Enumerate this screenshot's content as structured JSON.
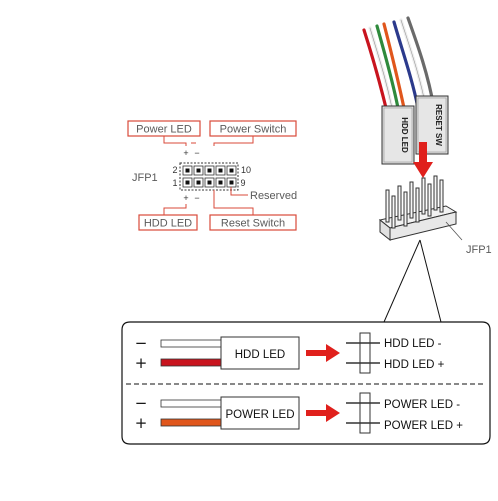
{
  "left_diagram": {
    "power_led_label": "Power LED",
    "power_switch_label": "Power Switch",
    "hdd_led_label": "HDD LED",
    "reset_switch_label": "Reset Switch",
    "reserved_label": "Reserved",
    "jfp1_label": "JFP1",
    "pin_numbers": {
      "top_left": "2",
      "bottom_left": "1",
      "top_right": "10",
      "bottom_right": "9"
    },
    "plus_sign": "+",
    "minus_sign": "−"
  },
  "right_illustration": {
    "connector_labels": [
      "HDD LED",
      "RESET SW"
    ],
    "jfp1_label": "JFP1",
    "arrow_color": "#e0201c"
  },
  "legend_box": {
    "rows": [
      {
        "minus_sign": "−",
        "plus_sign": "+",
        "connector_label": "HDD LED",
        "pin_minus_label": "HDD LED -",
        "pin_plus_label": "HDD LED +",
        "plus_wire_color": "#c8141e"
      },
      {
        "minus_sign": "−",
        "plus_sign": "+",
        "connector_label": "POWER LED",
        "pin_minus_label": "POWER LED -",
        "pin_plus_label": "POWER LED +",
        "plus_wire_color": "#e0561c"
      }
    ]
  },
  "colors": {
    "label_border": "#d94a3a",
    "arrow": "#e0201c",
    "wire_red": "#c8141e",
    "wire_orange": "#e0561c",
    "wire_blue": "#2b3a8c",
    "wire_green": "#2e8a3c"
  }
}
